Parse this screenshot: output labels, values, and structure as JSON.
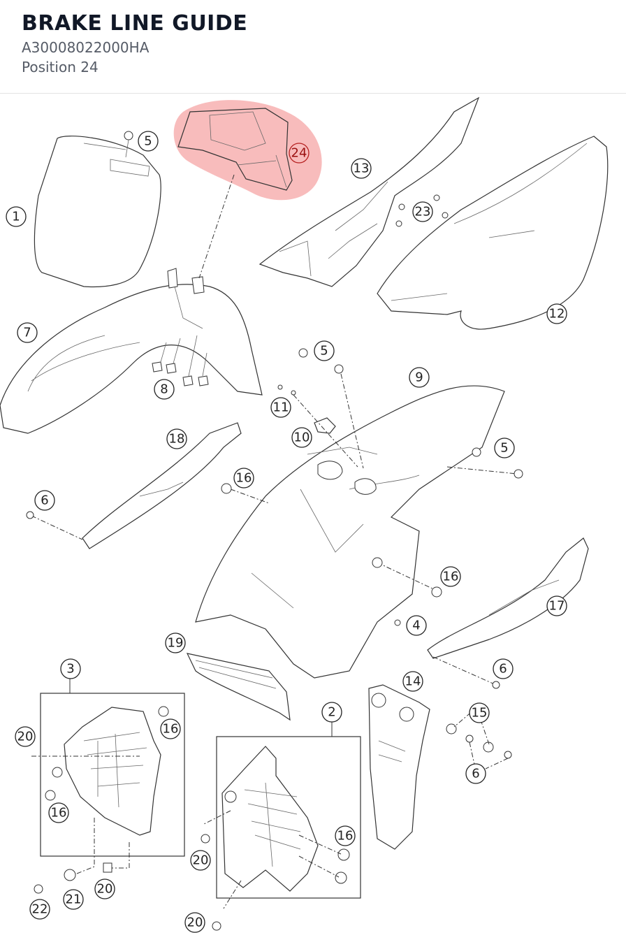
{
  "header": {
    "title": "BRAKE LINE GUIDE",
    "part_number": "A30008022000HA",
    "position": "Position 24"
  },
  "highlight": {
    "color": "#f06a6a",
    "label": "24"
  },
  "callouts": {
    "c1": "1",
    "c2": "2",
    "c3": "3",
    "c4": "4",
    "c5a": "5",
    "c5b": "5",
    "c5c": "5",
    "c6a": "6",
    "c6b": "6",
    "c6c": "6",
    "c7": "7",
    "c8": "8",
    "c9": "9",
    "c10": "10",
    "c11": "11",
    "c12": "12",
    "c13": "13",
    "c14": "14",
    "c15": "15",
    "c16a": "16",
    "c16b": "16",
    "c16c": "16",
    "c16d": "16",
    "c16e": "16",
    "c17": "17",
    "c18": "18",
    "c19": "19",
    "c20a": "20",
    "c20b": "20",
    "c20c": "20",
    "c20d": "20",
    "c21": "21",
    "c22": "22",
    "c23": "23"
  }
}
